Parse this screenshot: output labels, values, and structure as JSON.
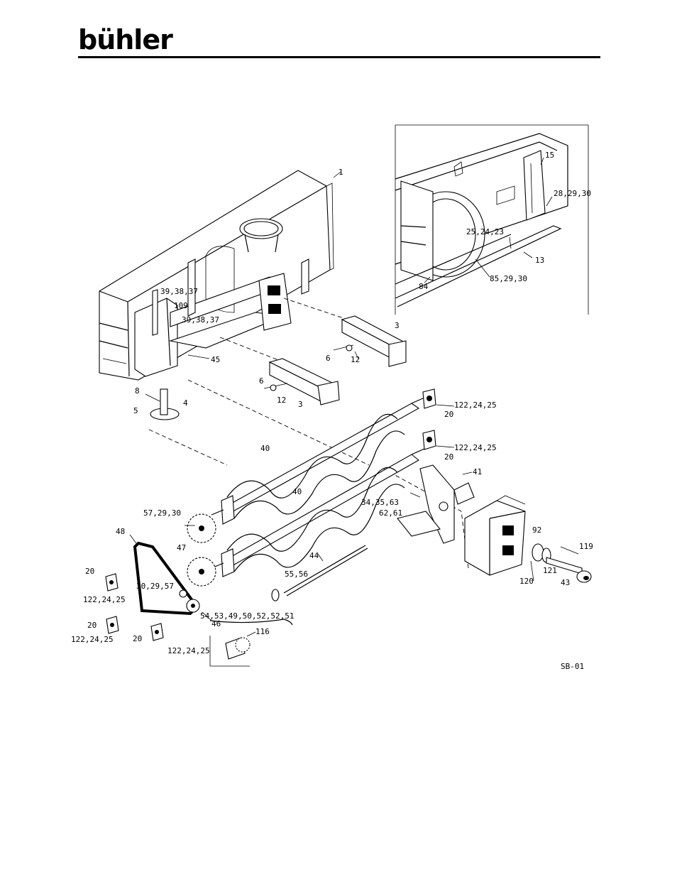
{
  "header": {
    "brand": "bühler"
  },
  "drawing_id": "SB-01",
  "callouts": {
    "c1": "1",
    "c15": "15",
    "c28": "28,29,30",
    "c25": "25,24,23",
    "c13": "13",
    "c84": "84",
    "c85": "85,29,30",
    "c39a": "39,38,37",
    "c109": "109",
    "c39b": "39,38,37",
    "c3a": "3",
    "c6a": "6",
    "c12a": "12",
    "c45": "45",
    "c6b": "6",
    "c12b": "12",
    "c3b": "3",
    "c8": "8",
    "c5": "5",
    "c4": "4",
    "c20a": "20",
    "c122a": "122,24,25",
    "c20b": "20",
    "c122b": "122,24,25",
    "c40a": "40",
    "c40b": "40",
    "c41": "41",
    "c34": "34,35,63",
    "c62": "62,61",
    "c57": "57,29,30",
    "c48": "48",
    "c47": "47",
    "c44": "44",
    "c92": "92",
    "c119": "119",
    "c20c": "20",
    "c30": "30,29,57",
    "c55": "55,56",
    "c121": "121",
    "c120": "120",
    "c43": "43",
    "c122c": "122,24,25",
    "c54": "54,53,49,50,52,52,51",
    "c46": "46",
    "c20d": "20",
    "c122d": "122,24,25",
    "c20e": "20",
    "c116": "116",
    "c122e": "122,24,25"
  }
}
